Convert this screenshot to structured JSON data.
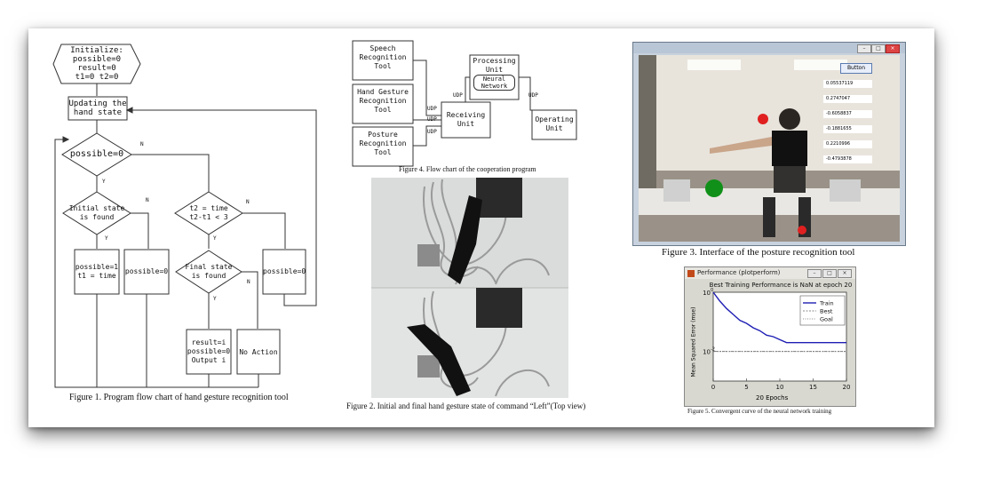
{
  "fig1": {
    "init": [
      "Initialize:",
      "possible=0",
      "result=0",
      "t1=0  t2=0"
    ],
    "update": [
      "Updating the",
      "hand state"
    ],
    "decision1": "possible=0",
    "initial_state": [
      "Initial state",
      "is found"
    ],
    "t2_check": [
      "t2 = time",
      "t2-t1 < 3"
    ],
    "set_possible": [
      "possible=1",
      "t1 = time"
    ],
    "possible0_a": "possible=0",
    "final_state": [
      "Final state",
      "is found"
    ],
    "possible0_b": "possible=0",
    "result": [
      "result=i",
      "possible=0",
      "Output i"
    ],
    "no_action": "No Action",
    "label_n": "N",
    "label_y": "Y",
    "caption": "Figure 1. Program flow chart of hand gesture recognition tool"
  },
  "fig4": {
    "speech": [
      "Speech",
      "Recognition",
      "Tool"
    ],
    "hand": [
      "Hand Gesture",
      "Recognition",
      "Tool"
    ],
    "posture": [
      "Posture",
      "Recognition",
      "Tool"
    ],
    "receiving": [
      "Receiving",
      "Unit"
    ],
    "processing": [
      "Processing",
      "Unit"
    ],
    "neural": [
      "Neural",
      "Network"
    ],
    "operating": [
      "Operating",
      "Unit"
    ],
    "udp": "UDP",
    "caption": "Figure 4.  Flow chart of the cooperation program"
  },
  "fig2": {
    "caption": "Figure 2. Initial and final hand gesture state of command “Left”(Top view)"
  },
  "fig3": {
    "button": "Button",
    "values": [
      "0.05537119",
      "0.2747047",
      "-0.6058837",
      "-0.1881655",
      "0.2210996",
      "-0.4793878"
    ],
    "caption": "Figure 3. Interface of the posture recognition tool"
  },
  "fig5": {
    "window_title": "Performance (plotperform)",
    "plot_title": "Best Training Performance is NaN at epoch 20",
    "ylabel": "Mean Squared Error  (mse)",
    "xlabel": "20 Epochs",
    "legend": [
      "Train",
      "Best",
      "Goal"
    ],
    "caption": "Figure 5. Convergent curve of the neural network training",
    "chart_data": {
      "type": "line",
      "title": "Best Training Performance is NaN at epoch 20",
      "xlabel": "20 Epochs",
      "ylabel": "Mean Squared Error  (mse)",
      "xlim": [
        0,
        20
      ],
      "ylim_log10": [
        -3,
        0
      ],
      "x_ticks": [
        "0",
        "5",
        "10",
        "15",
        "20"
      ],
      "y_ticks": [
        "10^0",
        "10^-2"
      ],
      "legend_position": "top-right",
      "series": [
        {
          "name": "Train",
          "x": [
            0,
            1,
            2,
            3,
            4,
            5,
            6,
            7,
            8,
            9,
            10,
            11,
            12,
            13,
            14,
            15,
            16,
            17,
            18,
            19,
            20
          ],
          "log10_y": [
            0,
            -0.3,
            -0.55,
            -0.75,
            -0.95,
            -1.05,
            -1.2,
            -1.3,
            -1.45,
            -1.5,
            -1.6,
            -1.7,
            -1.7,
            -1.7,
            -1.7,
            -1.7,
            -1.7,
            -1.7,
            -1.7,
            -1.7,
            -1.7
          ],
          "color": "#1f1fb4"
        },
        {
          "name": "Best",
          "x": [
            0,
            20
          ],
          "log10_y": [
            -2,
            -2
          ],
          "color": "#666666"
        },
        {
          "name": "Goal",
          "x": [
            0,
            20
          ],
          "log10_y": [
            -2,
            -2
          ],
          "color": "#666666"
        }
      ]
    }
  },
  "colors": {
    "train": "#1f1fb4",
    "marker_red": "#e02020",
    "marker_green": "#109018"
  }
}
